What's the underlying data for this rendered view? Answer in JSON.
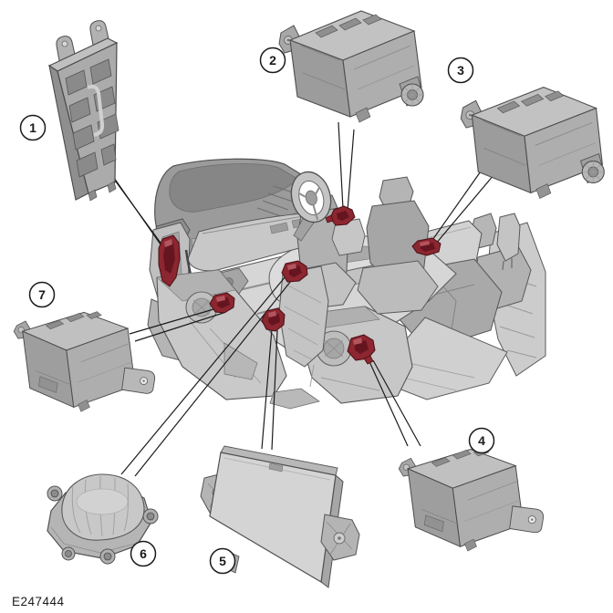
{
  "figure": {
    "code": "E247444",
    "background_color": "#ffffff",
    "line_color": "#1c1c1c",
    "highlight_color": "#8C2630",
    "description": "component-location-diagram"
  },
  "callouts": [
    {
      "label": "1"
    },
    {
      "label": "2"
    },
    {
      "label": "3"
    },
    {
      "label": "4"
    },
    {
      "label": "5"
    },
    {
      "label": "6"
    },
    {
      "label": "7"
    }
  ]
}
